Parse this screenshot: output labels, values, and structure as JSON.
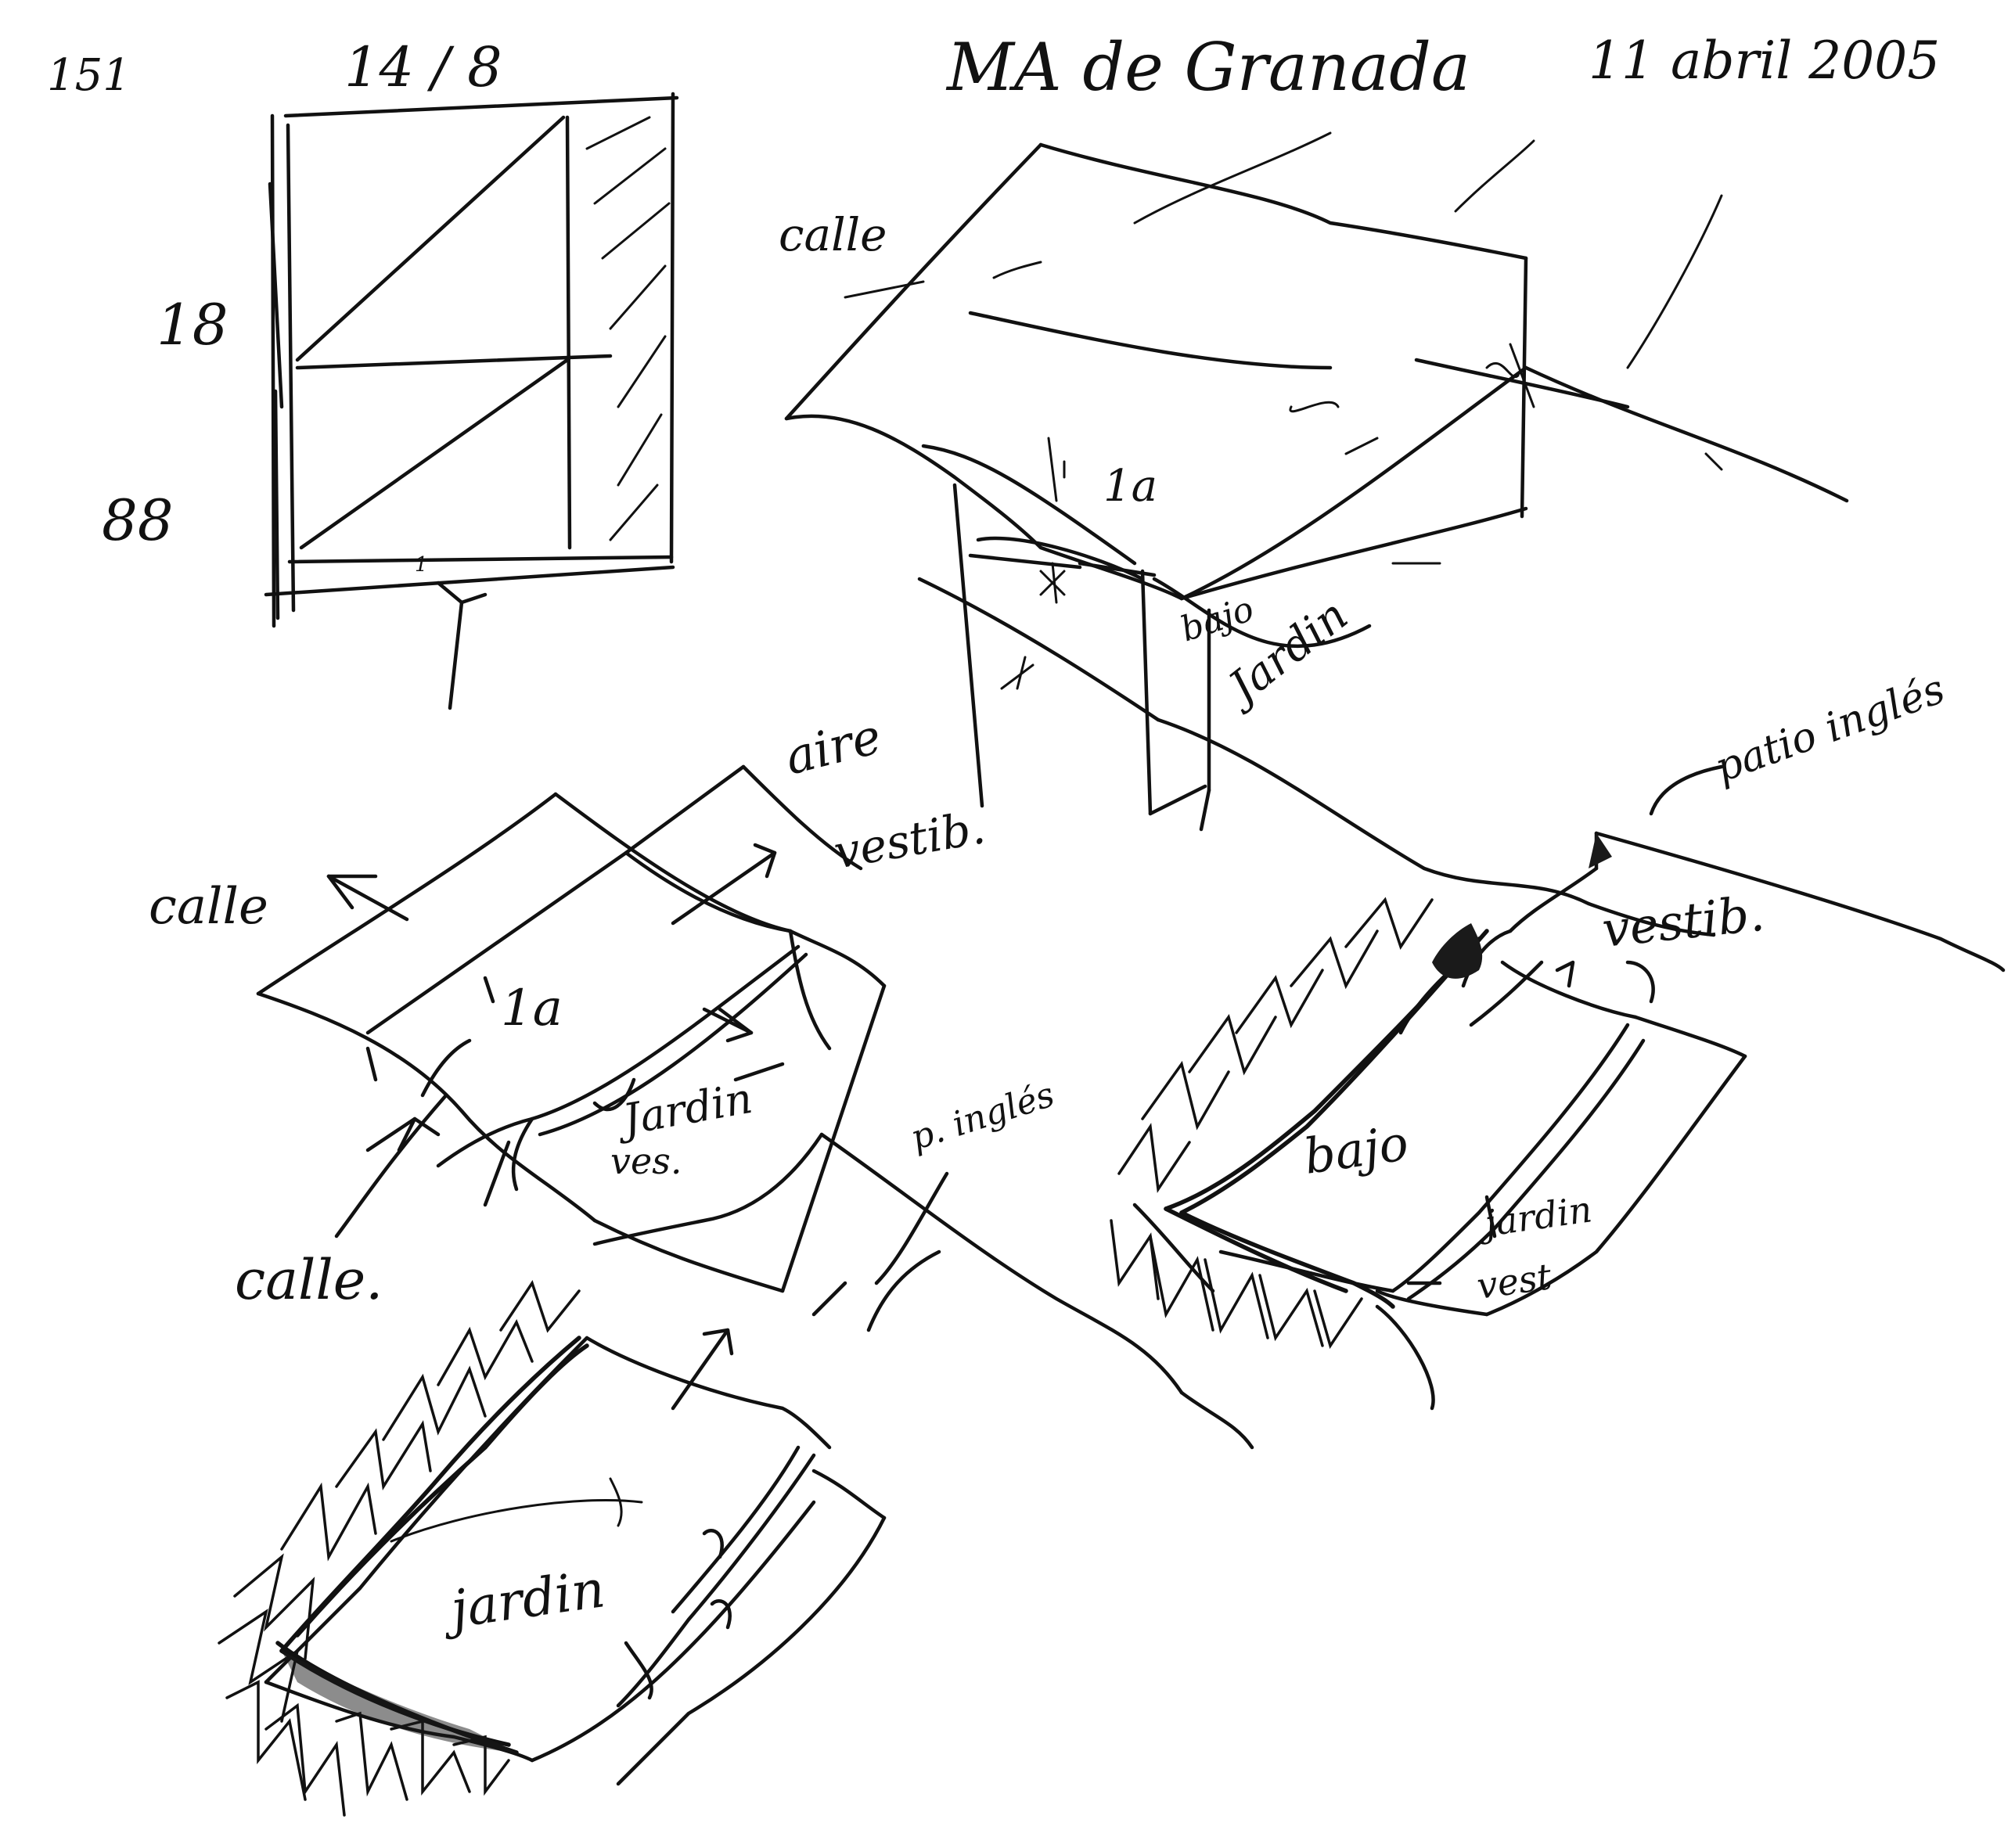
{
  "sheet": {
    "page_number": "151",
    "project_title": "MA de Granada",
    "date": "11 abril 2005"
  },
  "plan": {
    "top_label": "14 / 8",
    "left_label_1": "18",
    "left_label_2": "88"
  },
  "upper_volume": {
    "label_street": "calle",
    "label_level": "1a",
    "label_garden": "Jardin",
    "label_low": "bajo"
  },
  "first_floor": {
    "label_street_top": "calle",
    "label_air": "aire",
    "label_vestibule": "vestib.",
    "label_level": "1a",
    "label_garden": "Jardin",
    "label_low": "ves.",
    "label_street_bottom": "calle."
  },
  "ground_floor": {
    "label_english_patio": "p. inglés",
    "label_garden": "jardin"
  },
  "basement": {
    "label_patio": "patio inglés",
    "label_vestibule": "vestib.",
    "label_basement": "bajo",
    "label_garden": "jardin",
    "label_vest": "vest"
  },
  "colors": {
    "ink": "#111111",
    "paper": "#ffffff"
  }
}
